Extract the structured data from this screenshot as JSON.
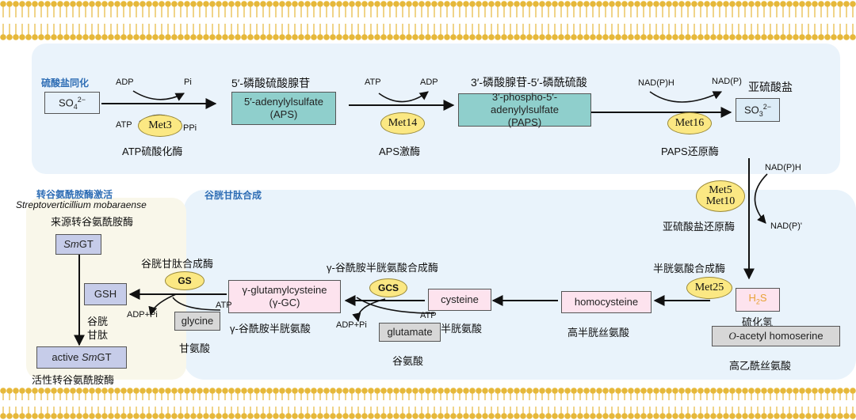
{
  "sections": {
    "sulfate_assimilation": "硫酸盐同化",
    "gsh_synthesis": "谷胱甘肽合成",
    "transglutaminase_activation": "转谷氨酰胺酶激活"
  },
  "nodes": {
    "sulfate": {
      "text": "SO",
      "sup": "2−",
      "sub": "4"
    },
    "aps": {
      "cn": "5′-磷酸硫酸腺苷",
      "line1": "5′-adenylylsulfate",
      "line2": "(APS)"
    },
    "paps": {
      "cn": "3′-磷酸腺苷-5′-磷酰硫酸",
      "line1": "3′-phospho-5′-adenylylsulfate",
      "line2": "(PAPS)"
    },
    "sulfite": {
      "cn": "亚硫酸盐",
      "text": "SO",
      "sup": "2−",
      "sub": "3"
    },
    "h2s": {
      "text": "H",
      "sub": "2",
      "tail": "S",
      "cn": "硫化氢"
    },
    "oah": {
      "prefix": "O",
      "text": "-acetyl homoserine",
      "cn": "高乙酰丝氨酸"
    },
    "homocysteine": {
      "text": "homocysteine",
      "cn": "高半胱丝氨酸"
    },
    "cysteine": {
      "text": "cysteine",
      "cn": "半胱氨酸"
    },
    "glutamate": {
      "text": "glutamate",
      "cn": "谷氨酸"
    },
    "ggc": {
      "line1": "γ-glutamylcysteine",
      "line2": "(γ-GC)",
      "cn": "γ-谷酰胺半胱氨酸"
    },
    "glycine": {
      "text": "glycine",
      "cn": "甘氨酸"
    },
    "gsh": {
      "text": "GSH",
      "cn_line1": "谷胱",
      "cn_line2": "甘肽"
    },
    "smgt": {
      "italic": "Sm",
      "text": "GT"
    },
    "active_smgt": {
      "prefix": "active ",
      "italic": "Sm",
      "text": "GT",
      "cn": "活性转谷氨酰胺酶"
    },
    "source": {
      "species": "Streptoverticillium mobaraense",
      "cn": "来源转谷氨酰胺酶"
    }
  },
  "enzymes": {
    "met3": {
      "label": "Met3",
      "cn": "ATP硫酸化酶"
    },
    "met14": {
      "label": "Met14",
      "cn": "APS激酶"
    },
    "met16": {
      "label": "Met16",
      "cn": "PAPS还原酶"
    },
    "met5": {
      "line1": "Met5",
      "line2": "Met10",
      "cn": "亚硫酸盐还原酶"
    },
    "met25": {
      "label": "Met25",
      "cn": "半胱氨酸合成酶"
    },
    "gcs": {
      "label": "GCS",
      "cn": "γ-谷酰胺半胱氨酸合成酶"
    },
    "gs": {
      "label": "GS",
      "cn": "谷胱甘肽合成酶"
    }
  },
  "cofactors": {
    "adp1": "ADP",
    "pi1": "Pi",
    "atp1": "ATP",
    "ppi1": "PPi",
    "atp2": "ATP",
    "adp2": "ADP",
    "nadph1": "NAD(P)H",
    "nadp1": "NAD(P)",
    "nadph2": "NAD(P)H",
    "nadp2": "NAD(P)'",
    "atp3": "ATP",
    "adppi3": "ADP+Pi",
    "atp4": "ATP",
    "adppi4": "ADP+Pi"
  },
  "colors": {
    "section_title": "#2f6eb5",
    "enzyme_fill": "#fbe883",
    "membrane": "#e6b83a"
  }
}
